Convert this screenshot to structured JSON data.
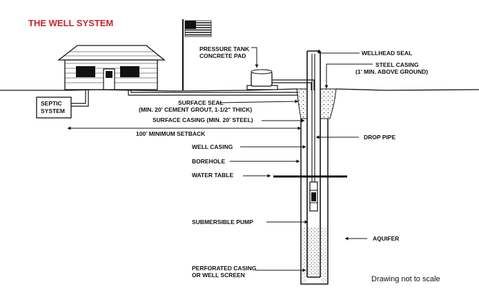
{
  "title": "THE WELL SYSTEM",
  "labels": {
    "septic_line1": "SEPTIC",
    "septic_line2": "SYSTEM",
    "pressure_tank_line1": "PRESSURE TANK",
    "pressure_tank_line2": "CONCRETE PAD",
    "wellhead_seal": "WELLHEAD SEAL",
    "steel_casing_line1": "STEEL CASING",
    "steel_casing_line2": "(1' MIN. ABOVE GROUND)",
    "surface_seal_line1": "SURFACE SEAL",
    "surface_seal_line2": "(MIN. 20' CEMENT GROUT, 1-1/2\" THICK)",
    "surface_casing": "SURFACE CASING (MIN. 20' STEEL)",
    "setback": "100' MINIMUM SETBACK",
    "drop_pipe": "DROP PIPE",
    "well_casing": "WELL CASING",
    "borehole": "BOREHOLE",
    "water_table": "WATER TABLE",
    "submersible_pump": "SUBMERSIBLE PUMP",
    "aquifer": "AQUIFER",
    "screen_line1": "PERFORATED CASING",
    "screen_line2": "OR WELL SCREEN"
  },
  "footnote": "Drawing not to scale",
  "colors": {
    "title": "#c0262d",
    "ink": "#111111",
    "background": "#ffffff"
  }
}
